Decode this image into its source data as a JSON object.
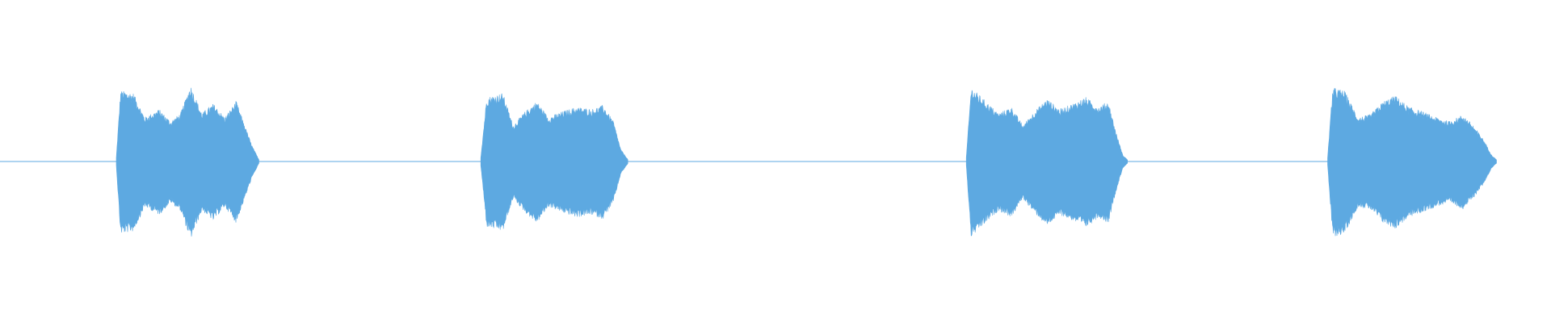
{
  "waveform": {
    "color": "#5DA9E1",
    "background": "#ffffff",
    "baseline_noise": 0.006,
    "bursts": [
      {
        "start": 0.075,
        "end": 0.167,
        "envelope": [
          [
            0,
            0.05
          ],
          [
            0.03,
            0.88
          ],
          [
            0.12,
            0.85
          ],
          [
            0.2,
            0.55
          ],
          [
            0.3,
            0.65
          ],
          [
            0.38,
            0.5
          ],
          [
            0.45,
            0.6
          ],
          [
            0.52,
            0.95
          ],
          [
            0.6,
            0.6
          ],
          [
            0.68,
            0.72
          ],
          [
            0.76,
            0.55
          ],
          [
            0.84,
            0.75
          ],
          [
            0.9,
            0.45
          ],
          [
            0.95,
            0.2
          ],
          [
            1,
            0.02
          ]
        ]
      },
      {
        "start": 0.31,
        "end": 0.405,
        "envelope": [
          [
            0,
            0.05
          ],
          [
            0.04,
            0.8
          ],
          [
            0.15,
            0.85
          ],
          [
            0.22,
            0.45
          ],
          [
            0.3,
            0.62
          ],
          [
            0.38,
            0.75
          ],
          [
            0.46,
            0.55
          ],
          [
            0.55,
            0.62
          ],
          [
            0.65,
            0.68
          ],
          [
            0.75,
            0.65
          ],
          [
            0.83,
            0.7
          ],
          [
            0.9,
            0.5
          ],
          [
            0.95,
            0.15
          ],
          [
            1,
            0.02
          ]
        ]
      },
      {
        "start": 0.623,
        "end": 0.727,
        "envelope": [
          [
            0,
            0.05
          ],
          [
            0.03,
            0.92
          ],
          [
            0.12,
            0.75
          ],
          [
            0.2,
            0.6
          ],
          [
            0.28,
            0.68
          ],
          [
            0.35,
            0.45
          ],
          [
            0.42,
            0.62
          ],
          [
            0.5,
            0.78
          ],
          [
            0.58,
            0.65
          ],
          [
            0.66,
            0.72
          ],
          [
            0.74,
            0.8
          ],
          [
            0.82,
            0.68
          ],
          [
            0.88,
            0.75
          ],
          [
            0.93,
            0.35
          ],
          [
            0.97,
            0.08
          ],
          [
            1,
            0.02
          ]
        ]
      },
      {
        "start": 0.856,
        "end": 0.965,
        "envelope": [
          [
            0,
            0.05
          ],
          [
            0.03,
            0.92
          ],
          [
            0.1,
            0.88
          ],
          [
            0.18,
            0.55
          ],
          [
            0.25,
            0.58
          ],
          [
            0.33,
            0.75
          ],
          [
            0.4,
            0.82
          ],
          [
            0.48,
            0.68
          ],
          [
            0.56,
            0.62
          ],
          [
            0.64,
            0.55
          ],
          [
            0.72,
            0.5
          ],
          [
            0.8,
            0.58
          ],
          [
            0.86,
            0.45
          ],
          [
            0.92,
            0.28
          ],
          [
            0.97,
            0.08
          ],
          [
            1,
            0.02
          ]
        ]
      }
    ]
  }
}
